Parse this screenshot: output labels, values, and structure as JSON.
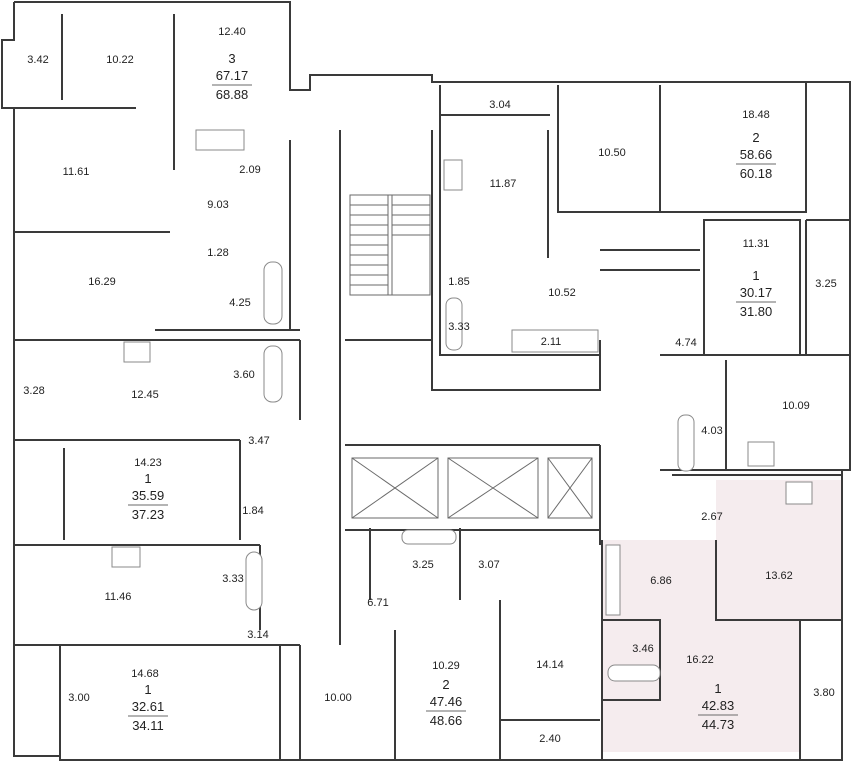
{
  "rooms": [
    {
      "id": "r1",
      "text": "3.42"
    },
    {
      "id": "r2",
      "text": "10.22"
    },
    {
      "id": "r3",
      "text": "12.40"
    },
    {
      "id": "r4",
      "text": "11.61"
    },
    {
      "id": "r5",
      "text": "2.09"
    },
    {
      "id": "r6",
      "text": "9.03"
    },
    {
      "id": "r7",
      "text": "1.28"
    },
    {
      "id": "r8",
      "text": "16.29"
    },
    {
      "id": "r9",
      "text": "4.25"
    },
    {
      "id": "r10",
      "text": "3.28"
    },
    {
      "id": "r11",
      "text": "12.45"
    },
    {
      "id": "r12",
      "text": "3.60"
    },
    {
      "id": "r13",
      "text": "3.47"
    },
    {
      "id": "r14",
      "text": "14.23"
    },
    {
      "id": "r15",
      "text": "1.84"
    },
    {
      "id": "r16",
      "text": "11.46"
    },
    {
      "id": "r17",
      "text": "3.33"
    },
    {
      "id": "r18",
      "text": "3.14"
    },
    {
      "id": "r19",
      "text": "3.00"
    },
    {
      "id": "r20",
      "text": "14.68"
    },
    {
      "id": "r21",
      "text": "10.00"
    },
    {
      "id": "r22",
      "text": "6.71"
    },
    {
      "id": "r23",
      "text": "3.25"
    },
    {
      "id": "r24",
      "text": "3.07"
    },
    {
      "id": "r25",
      "text": "10.29"
    },
    {
      "id": "r26",
      "text": "14.14"
    },
    {
      "id": "r27",
      "text": "2.40"
    },
    {
      "id": "r28",
      "text": "3.04"
    },
    {
      "id": "r29",
      "text": "11.87"
    },
    {
      "id": "r30",
      "text": "1.85"
    },
    {
      "id": "r31",
      "text": "3.33"
    },
    {
      "id": "r32",
      "text": "2.11"
    },
    {
      "id": "r33",
      "text": "10.52"
    },
    {
      "id": "r34",
      "text": "10.50"
    },
    {
      "id": "r35",
      "text": "18.48"
    },
    {
      "id": "r36",
      "text": "11.31"
    },
    {
      "id": "r37",
      "text": "3.25"
    },
    {
      "id": "r38",
      "text": "4.74"
    },
    {
      "id": "r39",
      "text": "10.09"
    },
    {
      "id": "r40",
      "text": "4.03"
    },
    {
      "id": "r41",
      "text": "2.67"
    },
    {
      "id": "r42",
      "text": "6.86"
    },
    {
      "id": "r43",
      "text": "13.62"
    },
    {
      "id": "r44",
      "text": "3.46"
    },
    {
      "id": "r45",
      "text": "16.22"
    },
    {
      "id": "r46",
      "text": "3.80"
    }
  ],
  "apartments": [
    {
      "id": "a1",
      "rooms": "3",
      "living": "67.17",
      "total": "68.88"
    },
    {
      "id": "a2",
      "rooms": "2",
      "living": "58.66",
      "total": "60.18"
    },
    {
      "id": "a3",
      "rooms": "1",
      "living": "30.17",
      "total": "31.80"
    },
    {
      "id": "a4",
      "rooms": "1",
      "living": "35.59",
      "total": "37.23"
    },
    {
      "id": "a5",
      "rooms": "1",
      "living": "32.61",
      "total": "34.11"
    },
    {
      "id": "a6",
      "rooms": "2",
      "living": "47.46",
      "total": "48.66"
    },
    {
      "id": "a7",
      "rooms": "1",
      "living": "42.83",
      "total": "44.73"
    }
  ],
  "colors": {
    "wall": "#3a3a3a",
    "highlight": "#f5ecee",
    "text": "#222222"
  }
}
